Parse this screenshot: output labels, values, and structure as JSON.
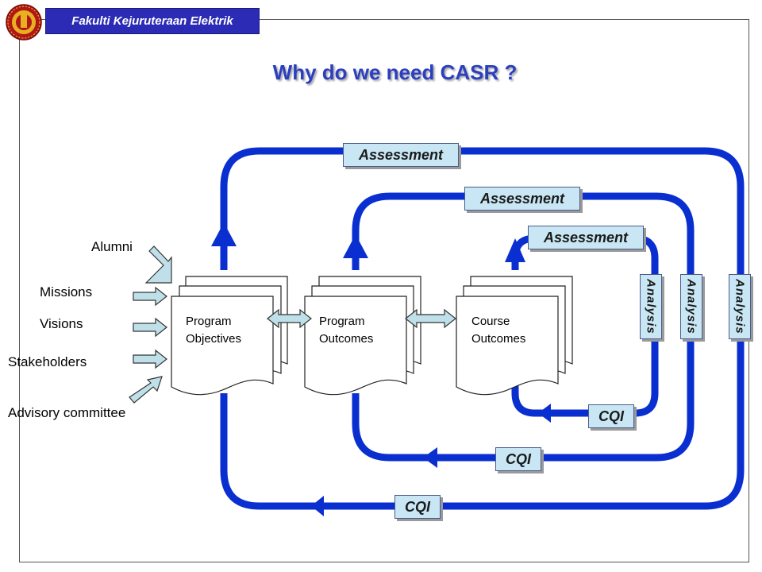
{
  "header": {
    "faculty": "Fakulti Kejuruteraan Elektrik"
  },
  "title": "Why do we need CASR ?",
  "inputs": {
    "alumni": "Alumni",
    "missions": "Missions",
    "visions": "Visions",
    "stakeholders": "Stakeholders",
    "advisory": "Advisory committee"
  },
  "documents": {
    "program_objectives": [
      "Program",
      "Objectives"
    ],
    "program_outcomes": [
      "Program",
      "Outcomes"
    ],
    "course_outcomes": [
      "Course",
      "Outcomes"
    ]
  },
  "loops": {
    "assessment_outer": "Assessment",
    "assessment_middle": "Assessment",
    "assessment_inner": "Assessment",
    "analysis_inner": "Analysis",
    "analysis_middle": "Analysis",
    "analysis_outer": "Analysis",
    "cqi_inner": "CQI",
    "cqi_middle": "CQI",
    "cqi_outer": "CQI"
  },
  "colors": {
    "loop_blue": "#0a2fd0",
    "tab_blue": "#2b2bb5",
    "label_fill": "#c9e6f5",
    "arrow_fill": "#bfe0e8"
  }
}
